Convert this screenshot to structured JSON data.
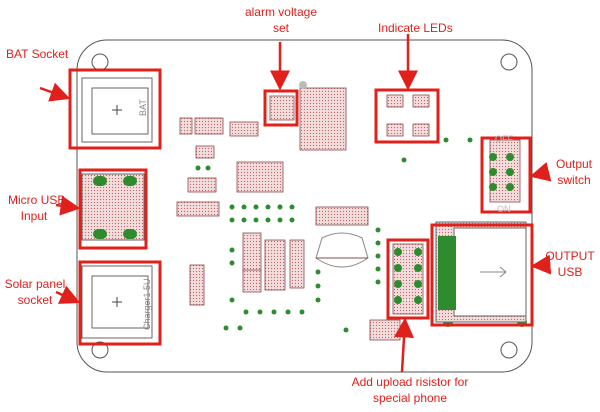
{
  "labels": {
    "bat_socket": "BAT Socket",
    "micro_usb_line1": "Micro USB",
    "micro_usb_line2": "Input",
    "solar_line1": "Solar  panel",
    "solar_line2": "socket",
    "alarm_line1": "alarm voltage",
    "alarm_line2": "set",
    "indicate_leds": "Indicate LEDs",
    "output_switch_line1": "Output",
    "output_switch_line2": "switch",
    "output_usb_line1": "OUTPUT",
    "output_usb_line2": "USB",
    "upload_line1": "Add  upload risistor for",
    "upload_line2": "special phone"
  },
  "silkscreen": {
    "bat": "BAT",
    "charger": "Charger1 5U",
    "off": "OFF",
    "on": "ON"
  },
  "colors": {
    "annotation_red": "#e0201b",
    "pad_green": "#2e8b2e",
    "board_outline": "#555555",
    "pad_fill": "#f0d8d8",
    "pad_stroke": "#8a4a4a"
  }
}
